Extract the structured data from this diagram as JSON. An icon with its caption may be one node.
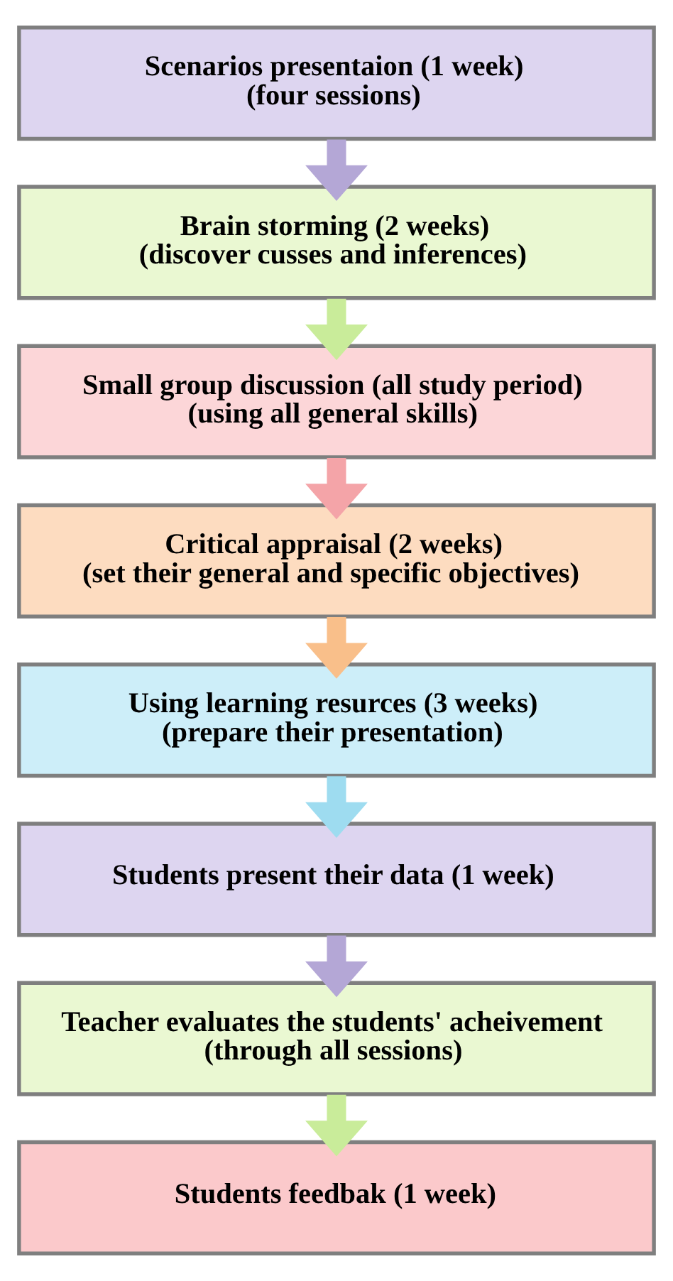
{
  "diagram": {
    "nodes": [
      {
        "text": [
          "Scenarios presentaion (1 week)",
          "(four sessions)"
        ]
      },
      {
        "text": [
          "Brain storming (2 weeks)",
          "(discover cusses and inferences)"
        ]
      },
      {
        "text": [
          "Small group discussion (all study period)",
          "(using all general skills)"
        ]
      },
      {
        "text": [
          "Critical appraisal (2 weeks)",
          "(set their general and specific objectives)"
        ]
      },
      {
        "text": [
          "Using learning resurces (3 weeks)",
          "(prepare their presentation)"
        ]
      },
      {
        "text": [
          "Students present their data (1 week)"
        ]
      },
      {
        "text": [
          "Teacher evaluates the students' acheivement",
          "(through all sessions)"
        ]
      },
      {
        "text": [
          "Students feedbak (1 week)"
        ]
      }
    ],
    "edges": [
      {
        "from": 0,
        "to": 1,
        "arrow": "to",
        "color": "#b4a7d6"
      },
      {
        "from": 1,
        "to": 2,
        "arrow": "to",
        "color": "#c9ec9a"
      },
      {
        "from": 2,
        "to": 3,
        "arrow": "to",
        "color": "#f4a4a8"
      },
      {
        "from": 3,
        "to": 4,
        "arrow": "to",
        "color": "#f9bf8a"
      },
      {
        "from": 4,
        "to": 5,
        "arrow": "to",
        "color": "#9edcf0"
      },
      {
        "from": 5,
        "to": 6,
        "arrow": "to",
        "color": "#b4a7d6"
      },
      {
        "from": 6,
        "to": 7,
        "arrow": "to",
        "color": "#c9ec9a"
      }
    ]
  }
}
